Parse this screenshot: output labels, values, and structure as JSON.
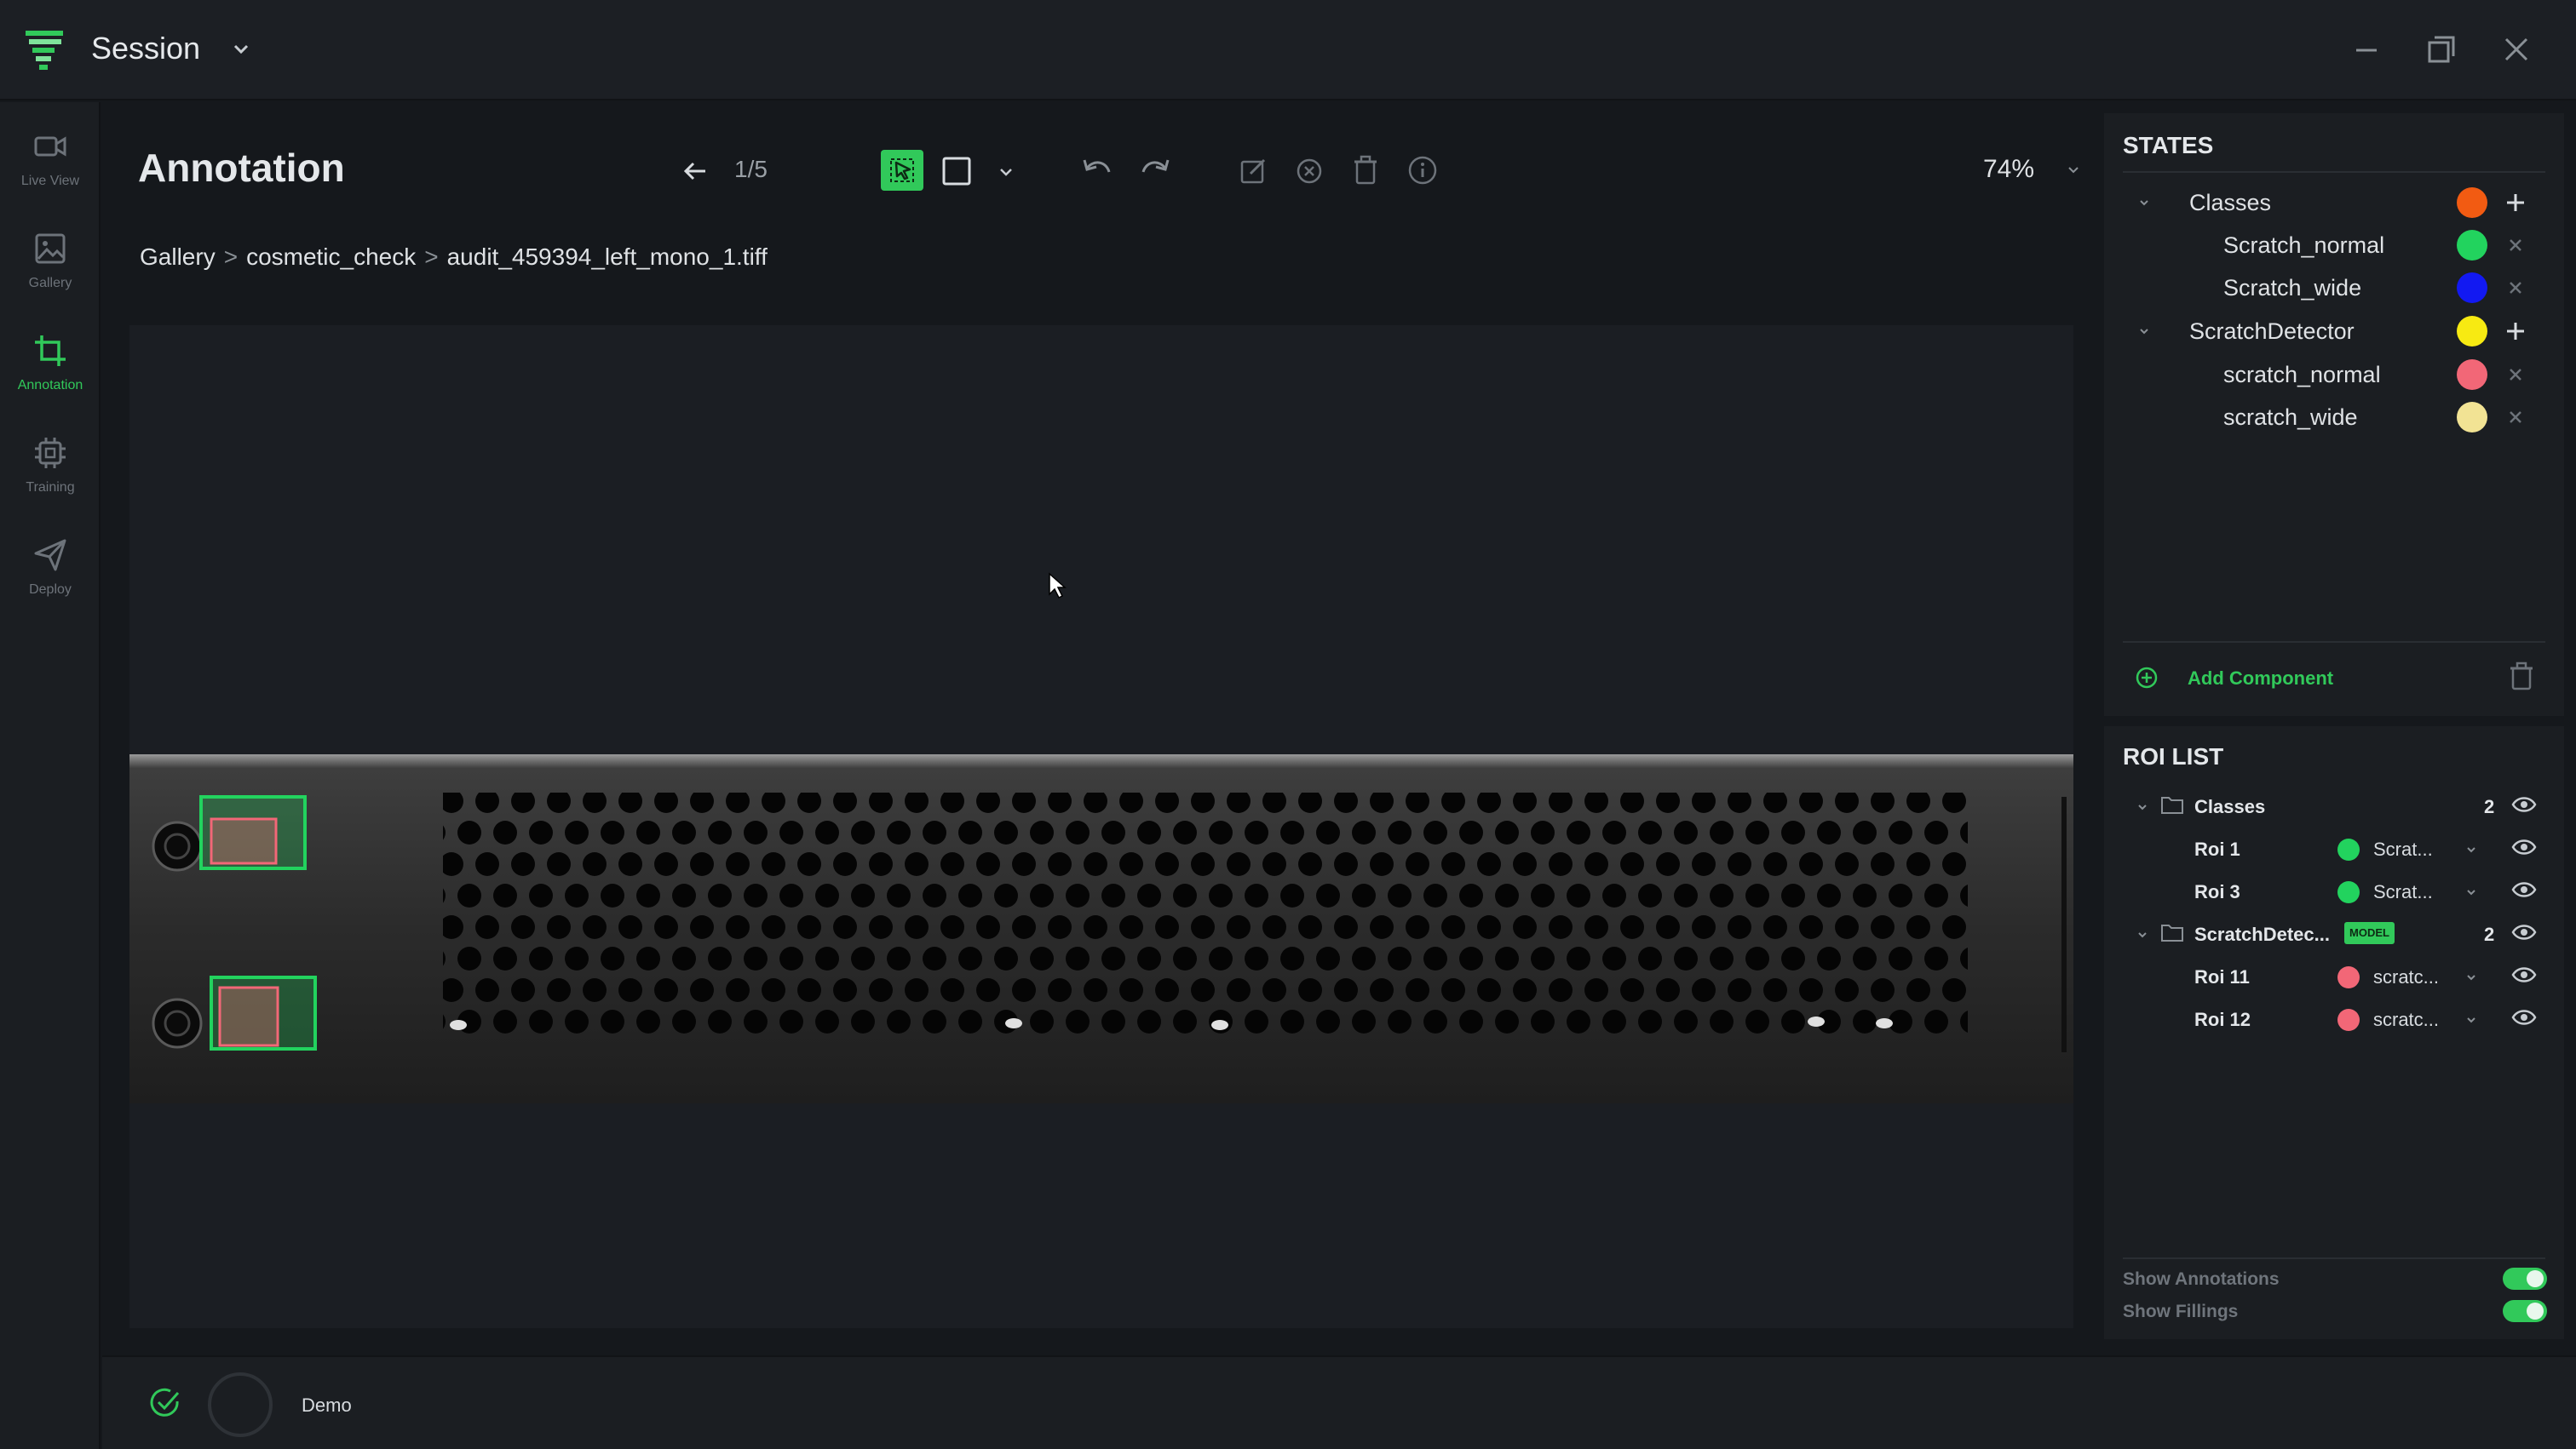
{
  "app": {
    "title": "Session"
  },
  "nav": [
    {
      "label": "Live View",
      "icon": "video-camera-icon",
      "active": false
    },
    {
      "label": "Gallery",
      "icon": "image-icon",
      "active": false
    },
    {
      "label": "Annotation",
      "icon": "crop-icon",
      "active": true
    },
    {
      "label": "Training",
      "icon": "chip-icon",
      "active": false
    },
    {
      "label": "Deploy",
      "icon": "send-icon",
      "active": false
    }
  ],
  "main": {
    "title": "Annotation",
    "pager": "1/5",
    "zoom": "74%",
    "breadcrumb": [
      "Gallery",
      "cosmetic_check",
      "audit_459394_left_mono_1.tiff"
    ],
    "separator": ">"
  },
  "states": {
    "title": "STATES",
    "groups": [
      {
        "name": "Classes",
        "color": "#f25b12",
        "items": [
          {
            "name": "Scratch_normal",
            "color": "#22d35e"
          },
          {
            "name": "Scratch_wide",
            "color": "#1219f2"
          }
        ]
      },
      {
        "name": "ScratchDetector",
        "color": "#f7ea12",
        "items": [
          {
            "name": "scratch_normal",
            "color": "#f26777"
          },
          {
            "name": "scratch_wide",
            "color": "#f2e394"
          }
        ]
      }
    ],
    "add_component": "Add Component"
  },
  "roi_list": {
    "title": "ROI LIST",
    "groups": [
      {
        "name": "Classes",
        "count": "2",
        "badge": "",
        "rois": [
          {
            "name": "Roi 1",
            "cls": "Scrat...",
            "color": "#22d35e"
          },
          {
            "name": "Roi 3",
            "cls": "Scrat...",
            "color": "#22d35e"
          }
        ]
      },
      {
        "name": "ScratchDetec...",
        "count": "2",
        "badge": "MODEL",
        "rois": [
          {
            "name": "Roi 11",
            "cls": "scratc...",
            "color": "#f26777"
          },
          {
            "name": "Roi 12",
            "cls": "scratc...",
            "color": "#f26777"
          }
        ]
      }
    ]
  },
  "toggles": {
    "show_annotations": {
      "label": "Show Annotations",
      "on": true
    },
    "show_fillings": {
      "label": "Show Fillings",
      "on": true
    }
  },
  "status": {
    "text": "Demo"
  },
  "colors": {
    "accent": "#31c95a",
    "annotation_outer": "#22d35e",
    "annotation_inner": "#f26777"
  }
}
